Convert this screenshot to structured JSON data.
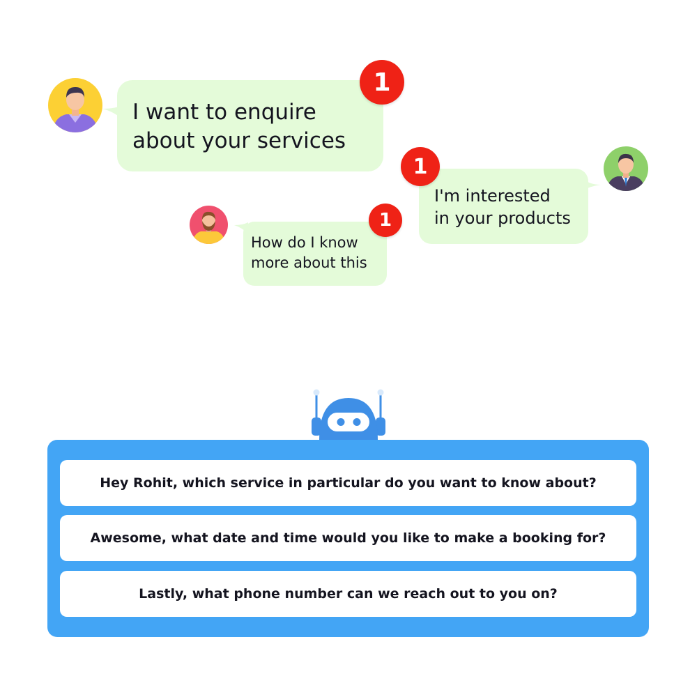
{
  "messages": [
    {
      "lines": [
        "I want to enquire",
        "about your services"
      ],
      "badge": "1"
    },
    {
      "lines": [
        "I'm interested",
        "in your products"
      ],
      "badge": "1"
    },
    {
      "lines": [
        "How do I know",
        "more about this"
      ],
      "badge": "1"
    }
  ],
  "bot": {
    "replies": [
      "Hey Rohit, which service in particular do you want to know about?",
      "Awesome, what date and time would you like to make a booking for?",
      "Lastly, what phone number can we reach out to you on?"
    ]
  },
  "colors": {
    "bubble": "#e4fbd9",
    "badge": "#ef2216",
    "panel": "#43a5f5",
    "robot": "#3f8fe6"
  },
  "icons": [
    "man-avatar-icon",
    "man-tie-avatar-icon",
    "bearded-man-avatar-icon",
    "robot-icon"
  ]
}
